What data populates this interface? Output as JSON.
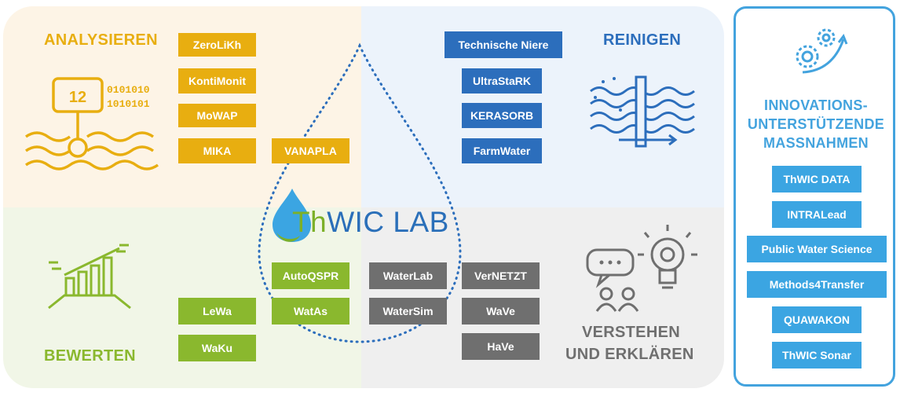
{
  "quadrants": {
    "analyze": {
      "heading": "ANALYSIEREN",
      "color": "#e8ae10",
      "tags": [
        "ZeroLiKh",
        "KontiMonit",
        "MoWAP",
        "MIKA",
        "VANAPLA"
      ],
      "icon": {
        "number": "12",
        "binary_top": "0101010",
        "binary_bottom": "1010101"
      }
    },
    "clean": {
      "heading": "REINIGEN",
      "color": "#2c6ebc",
      "tags": [
        "Technische Niere",
        "UltraStaRK",
        "KERASORB",
        "FarmWater"
      ]
    },
    "evaluate": {
      "heading": "BEWERTEN",
      "color": "#8ab82e",
      "tags": [
        "AutoQSPR",
        "WatAs",
        "LeWa",
        "WaKu"
      ]
    },
    "understand": {
      "heading_line1": "VERSTEHEN",
      "heading_line2": "UND ERKLÄREN",
      "color": "#6f6f6f",
      "tags": [
        "WaterLab",
        "WaterSim",
        "VerNETZT",
        "WaVe",
        "HaVe"
      ]
    }
  },
  "center": {
    "logo_part1": "Th",
    "logo_part2": "WIC LAB"
  },
  "side_panel": {
    "title_line1": "INNOVATIONS-",
    "title_line2": "UNTERSTÜTZENDE",
    "title_line3": "MASSNAHMEN",
    "color": "#43a3de",
    "items": [
      "ThWIC DATA",
      "INTRALead",
      "Public Water Science",
      "Methods4Transfer",
      "QUAWAKON",
      "ThWIC Sonar"
    ]
  }
}
